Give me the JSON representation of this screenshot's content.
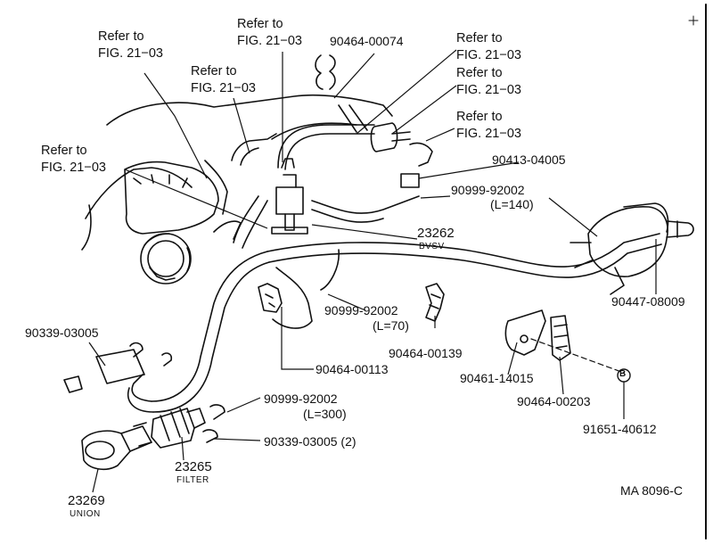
{
  "refer": {
    "r1": {
      "line1": "Refer to",
      "line2": "FIG. 21−03"
    },
    "r2": {
      "line1": "Refer to",
      "line2": "FIG. 21−03"
    },
    "r3": {
      "line1": "Refer to",
      "line2": "FIG. 21−03"
    },
    "r4": {
      "line1": "Refer to",
      "line2": "FIG. 21−03"
    },
    "r5": {
      "line1": "Refer to",
      "line2": "FIG. 21−03"
    },
    "r6": {
      "line1": "Refer to",
      "line2": "FIG. 21−03"
    },
    "r7": {
      "line1": "Refer to",
      "line2": "FIG. 21−03"
    }
  },
  "parts": {
    "p90464_00074": "90464-00074",
    "p90413_04005": "90413-04005",
    "p90999_140": {
      "number": "90999-92002",
      "length": "(L=140)"
    },
    "p23262": {
      "number": "23262",
      "name": "BVSV"
    },
    "p90447_08009": "90447-08009",
    "p90339_03005": "90339-03005",
    "p90999_70": {
      "number": "90999-92002",
      "length": "(L=70)"
    },
    "p90464_00139": "90464-00139",
    "p90464_00113": "90464-00113",
    "p90461_14015": "90461-14015",
    "p90464_00203": "90464-00203",
    "p90999_300": {
      "number": "90999-92002",
      "length": "(L=300)"
    },
    "p91651_40612": "91651-40612",
    "p90339_03005_2": "90339-03005 (2)",
    "p23265": {
      "number": "23265",
      "name": "FILTER"
    },
    "p23269": {
      "number": "23269",
      "name": "UNION"
    }
  },
  "circle_b": "B",
  "diagram_code": "MA 8096-C"
}
